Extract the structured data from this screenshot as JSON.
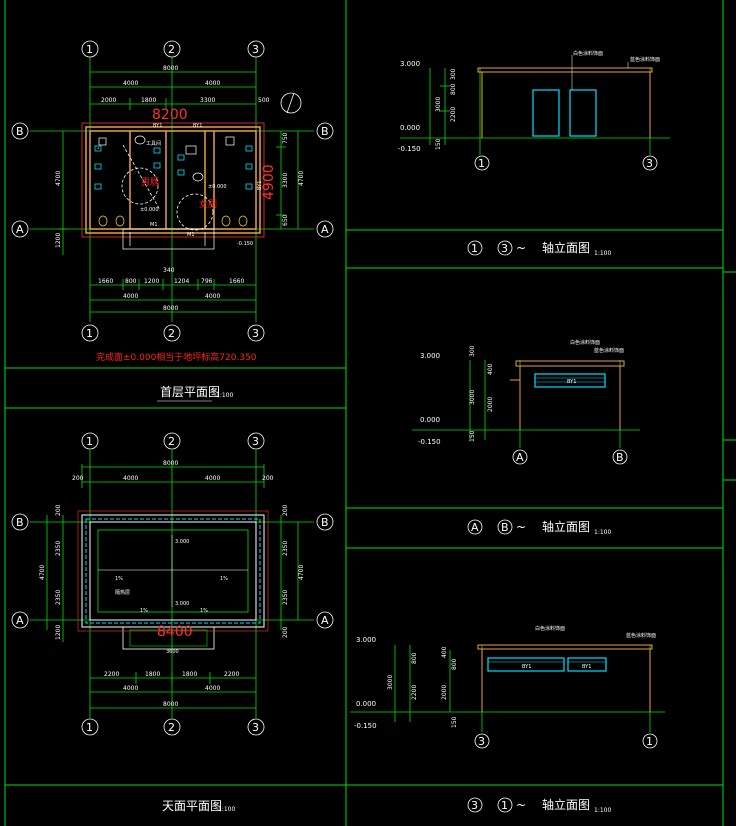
{
  "titles": {
    "ground_floor": "首层平面图",
    "roof": "天面平面图",
    "elev1": "轴立面图",
    "elev2": "轴立面图",
    "elev3": "轴立面图",
    "scale": "1:100"
  },
  "elev_axes": {
    "e1_a": "1",
    "e1_b": "3",
    "e2_a": "A",
    "e2_b": "B",
    "e3_a": "3",
    "e3_b": "1",
    "sep": "~"
  },
  "axes": {
    "n1": "1",
    "n2": "2",
    "n3": "3",
    "A": "A",
    "B": "B"
  },
  "ground": {
    "d_total": "8000",
    "d_4000a": "4000",
    "d_4000b": "4000",
    "d_2000": "2000",
    "d_1800": "1800",
    "d_3300": "3300",
    "d_500": "500",
    "red_width": "8200",
    "red_depth": "4900",
    "d_4700": "4700",
    "d_1200": "1200",
    "d_750": "750",
    "d_3300v": "3300",
    "d_650": "650",
    "d_4700r": "4700",
    "b_1660a": "1660",
    "b_800": "800",
    "b_1200": "1200",
    "b_1204": "1204",
    "b_796": "796",
    "b_1660b": "1660",
    "b_340": "340",
    "b_4000a": "4000",
    "b_4000b": "4000",
    "b_8000": "8000",
    "lvl0a": "±0.000",
    "lvl0b": "±0.000",
    "lvl015": "-0.150",
    "m1a": "M1",
    "m1b": "M1",
    "byc1": "BY1",
    "byc2": "BY1",
    "byc3": "BY1",
    "room1": "男厕",
    "room2": "女厕",
    "room3": "工具间",
    "note": "完成面±0.000相当于地坪标高720.350"
  },
  "roof": {
    "d_8000": "8000",
    "d_200a": "200",
    "d_4000a": "4000",
    "d_4000b": "4000",
    "d_200b": "200",
    "l_200a": "200",
    "l_2350a": "2350",
    "l_4700": "4700",
    "l_2350b": "2350",
    "l_1200": "1200",
    "r_200a": "200",
    "r_2350a": "2350",
    "r_4700": "4700",
    "r_2350b": "2350",
    "r_200b": "200",
    "lvl_top": "3.000",
    "lvl_bot": "3.000",
    "red_w": "8400",
    "d_3600": "3600",
    "b_2200a": "2200",
    "b_1800a": "1800",
    "b_1800b": "1800",
    "b_2200b": "2200",
    "b_4000a": "4000",
    "b_4000b": "4000",
    "b_8000": "8000",
    "slope1": "1%",
    "slope2": "1%",
    "slope3": "1%",
    "slope4": "1%",
    "label": "隔热层"
  },
  "elev": {
    "l3000": "3.000",
    "l0": "0.000",
    "lm": "-0.150",
    "e1_300": "300",
    "e1_800": "800",
    "e1_3000": "3000",
    "e1_2200": "2200",
    "e1_150": "150",
    "e2_300": "300",
    "e2_400": "400",
    "e2_3000": "3000",
    "e2_2000": "2000",
    "e2_150": "150",
    "e3_400": "400",
    "e3_800": "800",
    "e3_3000": "3000",
    "e3_2200": "2200",
    "e3_2000": "2000",
    "e3_150": "150",
    "note1": "白色涂料饰面",
    "note2": "蓝色涂料饰面",
    "win": "BY1"
  }
}
